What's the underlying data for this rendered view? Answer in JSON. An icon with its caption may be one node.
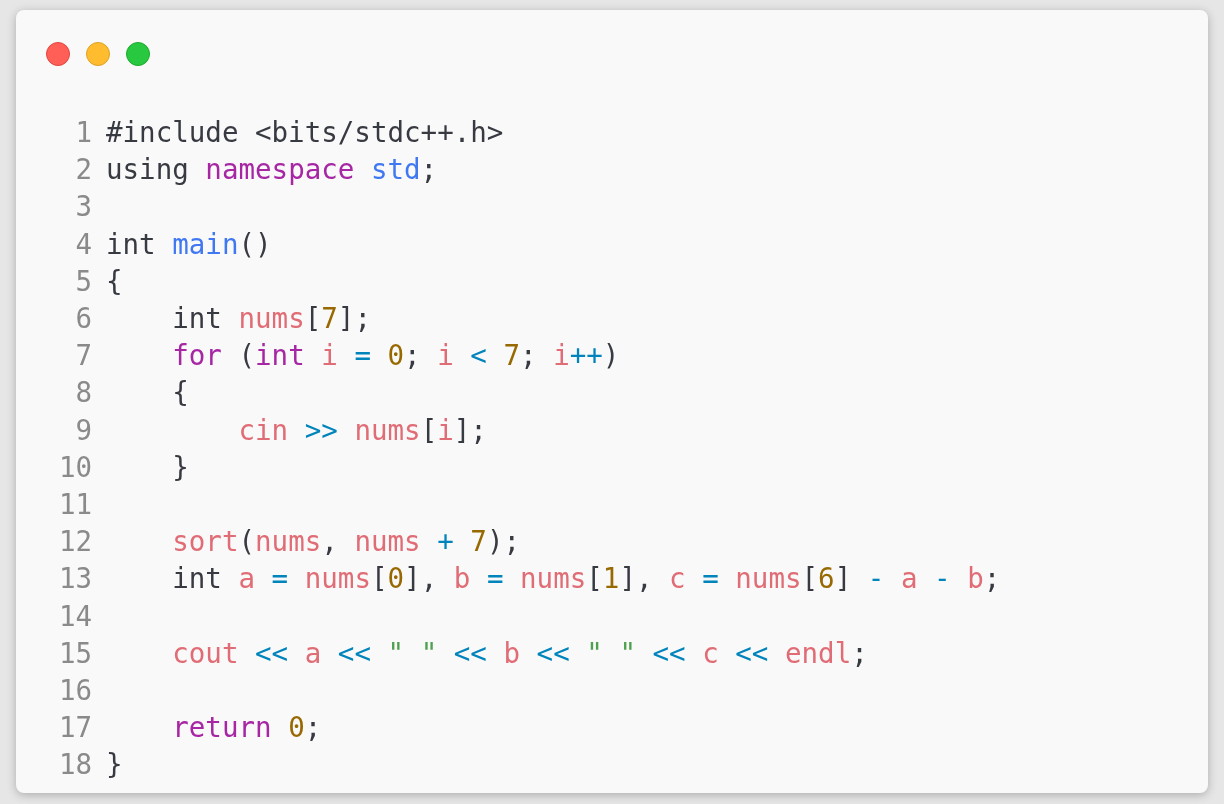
{
  "diagram": {
    "labels": [
      "1",
      "#include <bits/stdc++.h>",
      "2",
      "using namespace std;",
      "3",
      "4",
      "int main()",
      "5",
      "{",
      "6",
      "int nums[7];",
      "7",
      "for (int i = 0; i < 7; i++)",
      "8",
      "{",
      "9",
      "cin >> nums[i];",
      "10",
      "}",
      "11",
      "12",
      "sort(nums, nums + 7);",
      "13",
      "int a = nums[0], b = nums[1], c = nums[6] - a - b;",
      "14",
      "15",
      "cout << a << \" \" << b << \" \" << c << endl;",
      "16",
      "17",
      "return 0;",
      "18",
      "}"
    ]
  }
}
